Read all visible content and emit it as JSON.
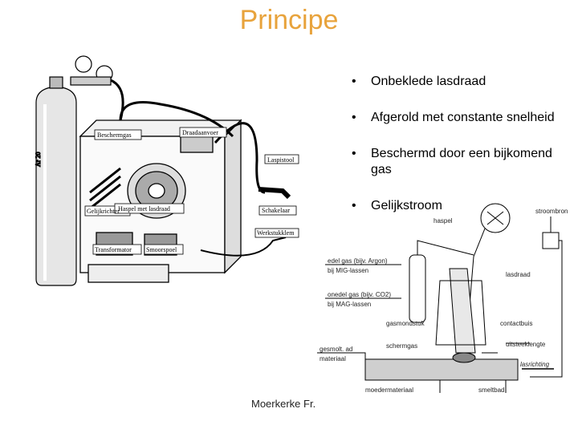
{
  "title": "Principe",
  "bullets": [
    "Onbeklede lasdraad",
    "Afgerold met constante snelheid",
    "Beschermd door een bijkomend gas",
    "Gelijkstroom"
  ],
  "bullet_symbol": "•",
  "machine_labels": {
    "beschermgas": "Beschermgas",
    "draadaanvoer": "Draadaanvoer",
    "laspistool": "Laspistool",
    "gelijkrichter": "Gelijkrichter",
    "haspel_met_lasdraad": "Haspel met lasdraad",
    "schakelaar": "Schakelaar",
    "werkstukklem": "Werkstukklem",
    "transformator": "Transformator",
    "smoorspoel": "Smoorspoel",
    "cylinder_text": "Ar 20"
  },
  "schematic_labels": {
    "haspel": "haspel",
    "stroombron": "stroombron",
    "edelgas_1": "edel gas (bijv. Argon)",
    "edelgas_2": "bij MIG-lassen",
    "onedelgas_1": "onedel gas (bijv. CO2)",
    "onedelgas_2": "bij MAG-lassen",
    "lasdraad": "lasdraad",
    "gasmondstuk": "gasmondstuk",
    "contactbuis": "contactbuis",
    "uitsteeklengte": "uitsteeklengte",
    "schermgas": "schermgas",
    "gesmolten_1": "gesmolt. ad",
    "gesmolten_2": "materiaal",
    "lasrichting": "lasrichting",
    "moedermateriaal": "moedermateriaal",
    "smeltbad": "smeltbad"
  },
  "author": "Moerkerke Fr."
}
